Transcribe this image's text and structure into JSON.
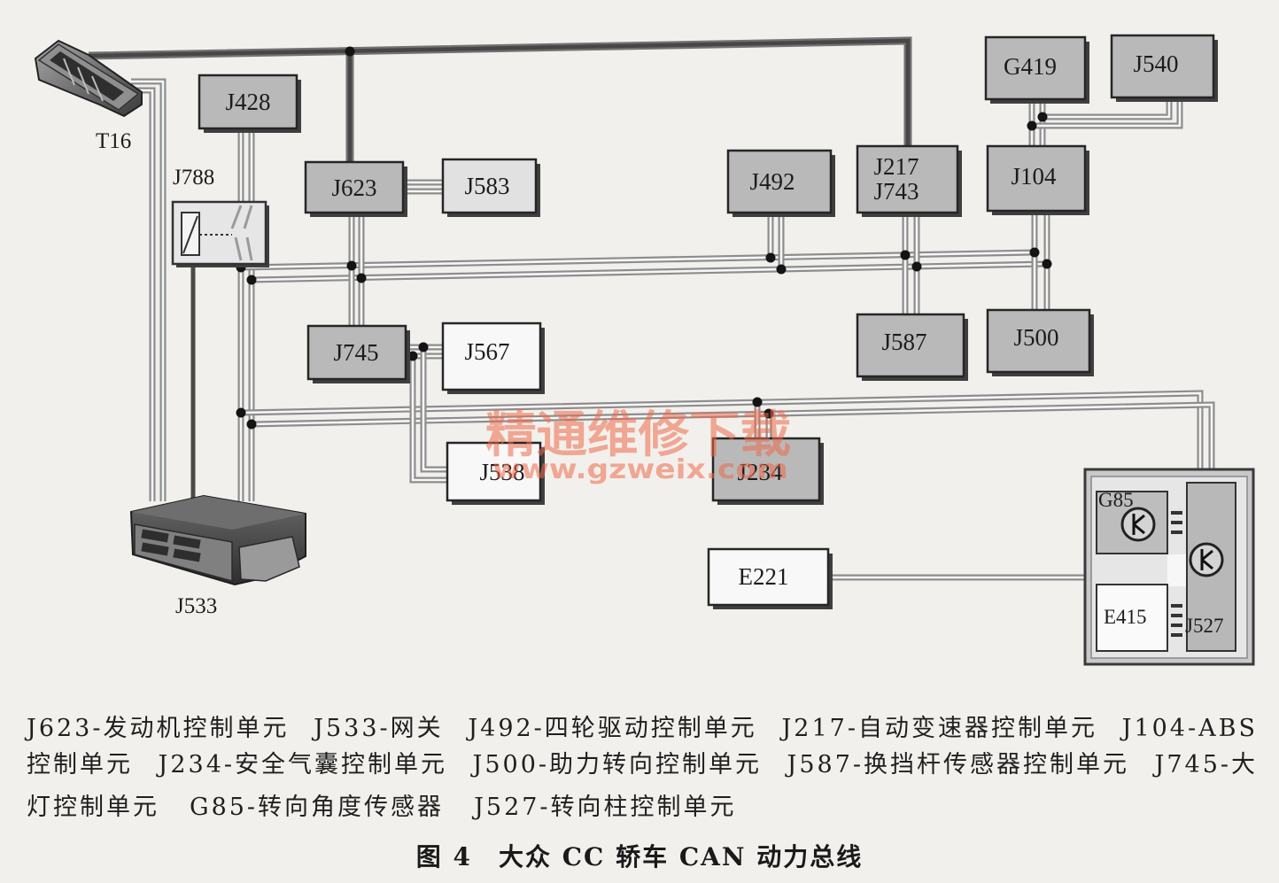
{
  "colors": {
    "background": "#f2f0ec",
    "box_gray": "#b9b9b9",
    "watermark": "#ee6a4a"
  },
  "components": {
    "t16": "T16",
    "j428": "J428",
    "j788": "J788",
    "j623": "J623",
    "j583": "J583",
    "j492": "J492",
    "j217": "J217",
    "j743": "J743",
    "j104": "J104",
    "g419": "G419",
    "j540": "J540",
    "j745": "J745",
    "j567": "J567",
    "j587": "J587",
    "j500": "J500",
    "j538": "J538",
    "j234": "J234",
    "e221": "E221",
    "g85": "G85",
    "e415": "E415",
    "j527": "J527",
    "j533": "J533"
  },
  "watermark": {
    "text": "精通维修下载",
    "url": "www.gzweix.com"
  },
  "caption": {
    "lines": [
      [
        "J623-发动机控制单元",
        "J533-网关",
        "J492-四轮驱动控制单元",
        "J217-自动变速器控制单元",
        "J104-ABS"
      ],
      [
        "控制单元",
        "J234-安全气囊控制单元",
        "J500-助力转向控制单元",
        "J587-换挡杆传感器控制单元",
        "J745-大"
      ],
      [
        "灯控制单元",
        "G85-转向角度传感器",
        "J527-转向柱控制单元"
      ]
    ],
    "title": "图 4　大众 CC 轿车 CAN 动力总线"
  }
}
